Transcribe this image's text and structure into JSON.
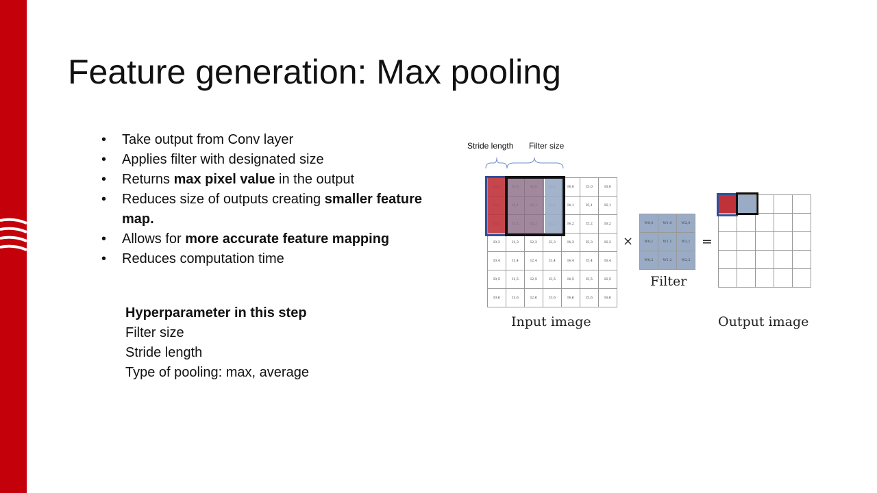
{
  "title": "Feature generation: Max pooling",
  "bullets": [
    {
      "text": "Take output from Conv layer"
    },
    {
      "text": "Applies filter with designated size"
    },
    {
      "pre": "Returns ",
      "bold": "max pixel value",
      "post": " in the output"
    },
    {
      "pre": "Reduces size of outputs creating ",
      "bold": "smaller feature map.",
      "post": ""
    },
    {
      "pre": "Allows for ",
      "bold": "more accurate feature mapping",
      "post": ""
    },
    {
      "text": "Reduces computation time"
    }
  ],
  "hyper": {
    "heading": "Hyperparameter in this step",
    "items": [
      "Filter size",
      "Stride length",
      "Type of pooling: max, average"
    ]
  },
  "diagram": {
    "stride_label": "Stride length",
    "filter_size_label": "Filter size",
    "times": "×",
    "equals": "=",
    "filter_label": "Filter",
    "input_label": "Input image",
    "output_label": "Output image",
    "input_prefix": "I",
    "filter_prefix": "W",
    "input_size": 7,
    "filter_size": 3,
    "output_size": 5
  },
  "colors": {
    "brand": "#c4000b",
    "red": "#c0323a",
    "blue": "#2f4f9a",
    "lightblue": "#9aabc6"
  }
}
